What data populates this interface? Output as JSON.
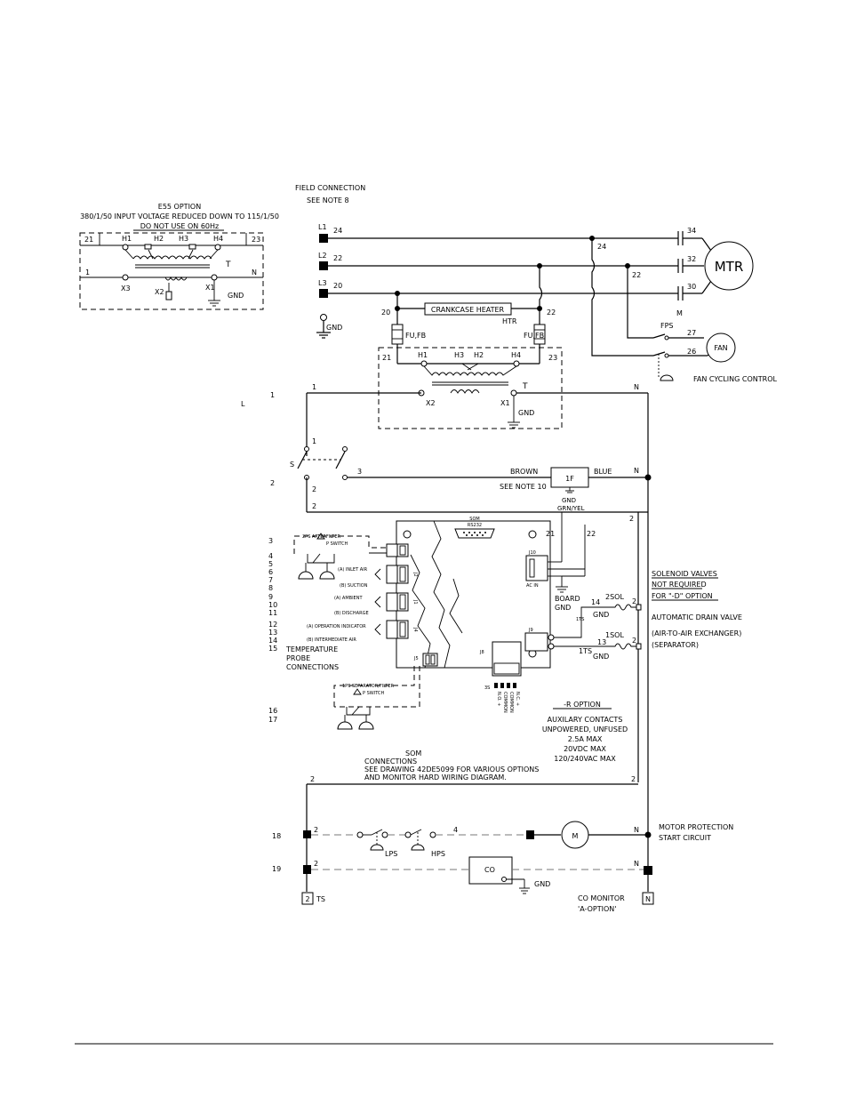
{
  "e55": {
    "title": "E55 OPTION",
    "line1": "380/1/50 INPUT VOLTAGE REDUCED DOWN TO 115/1/50",
    "line2": "DO NOT USE ON 60Hz",
    "t21": "21",
    "t23": "23",
    "h1": "H1",
    "h2": "H2",
    "h3": "H3",
    "h4": "H4",
    "n1": "1",
    "nN": "N",
    "x3": "X3",
    "x2": "X2",
    "x1": "X1",
    "tT": "T",
    "gnd": "GND"
  },
  "field": {
    "line1": "FIELD CONNECTION",
    "line2": "SEE NOTE 8"
  },
  "lines": {
    "l1": "L1",
    "l2": "L2",
    "l3": "L3",
    "w24": "24",
    "w22": "22",
    "w20": "20",
    "gnd": "GND"
  },
  "motor": {
    "label": "MTR",
    "t34": "34",
    "t32": "32",
    "t30": "30",
    "m": "M",
    "w24": "24",
    "w22": "22"
  },
  "fan": {
    "label": "FAN",
    "fps": "FPS",
    "t27": "27",
    "t26": "26",
    "control": "FAN CYCLING CONTROL"
  },
  "heater": {
    "label": "CRANKCASE HEATER",
    "htr": "HTR",
    "t20": "20",
    "t22": "22",
    "fu_left": "FU,FB",
    "fu_right": "FU,FB"
  },
  "xfmr": {
    "t21": "21",
    "t23": "23",
    "h1": "H1",
    "h2": "H2",
    "h3": "H3",
    "h4": "H4",
    "x2": "X2",
    "x1": "X1",
    "tT": "T",
    "gnd": "GND"
  },
  "main": {
    "w1": "1",
    "wN": "N",
    "w1b": "1",
    "w2": "2",
    "w2b": "2",
    "w3": "3",
    "wNb": "N",
    "w2c": "2",
    "s": "S",
    "brown": "BROWN",
    "blue": "BLUE",
    "f1": "1F",
    "note10": "SEE NOTE 10",
    "gnd": "GND",
    "grnyel": "GRN/YEL",
    "w21": "21",
    "w22": "22"
  },
  "left_numbers": [
    "1",
    "2",
    "3",
    "4",
    "5",
    "6",
    "7",
    "8",
    "9",
    "10",
    "11",
    "12",
    "13",
    "14",
    "15",
    "16",
    "17",
    "18",
    "19"
  ],
  "left_l": "L",
  "som": {
    "title": "SOM",
    "rs232": "RS232",
    "j10": "J10",
    "ac_in": "AC IN",
    "j9": "J9",
    "j8": "J8",
    "j5": "J5",
    "j1": "J1",
    "j2": "J2",
    "j3": "J3",
    "j4": "J4",
    "ps2": "2PS AFTERFILTER",
    "pswitch": "P SWITCH",
    "ps1": "1PS SEPARATOR/FILTER",
    "inlet": "(A) INLET AIR",
    "suction": "(B) SUCTION",
    "ambient": "(A) AMBIENT",
    "discharge": "(B) DISCHARGE",
    "opind": "(A) OPERATION INDICATOR",
    "interair": "(B) INTERMEDIATE AIR",
    "probe1": "TEMPERATURE",
    "probe2": "PROBE",
    "probe3": "CONNECTIONS",
    "board": "BOARD",
    "boardgnd": "GND",
    "j8pins": [
      "N.O. +",
      "COMMON",
      "COMMON",
      "N.C. +"
    ],
    "j8label": "3S"
  },
  "solenoid": {
    "note1": "SOLENOID VALVES",
    "note2": "NOT REQUIRED",
    "note3": "FOR \"-D\" OPTION",
    "sol2": "2SOL",
    "sol1": "1SOL",
    "ts2": "1TS",
    "ts1": "1TS",
    "gnd": "GND",
    "w14": "14",
    "w13": "13",
    "w2a": "2",
    "w2b": "2",
    "auto": "AUTOMATIC DRAIN VALVE",
    "exch": "(AIR-TO-AIR EXCHANGER)",
    "sep": "(SEPARATOR)"
  },
  "roption": {
    "title": "-R OPTION",
    "l1": "AUXILARY CONTACTS",
    "l2": "UNPOWERED, UNFUSED",
    "l3": "2.5A MAX",
    "l4": "20VDC MAX",
    "l5": "120/240VAC MAX"
  },
  "somconn": {
    "l1": "SOM",
    "l2": "CONNECTIONS",
    "l3": "SEE DRAWING 42DE5099 FOR VARIOUS OPTIONS",
    "l4": "AND MONITOR HARD WIRING DIAGRAM.",
    "w2a": "2",
    "w2b": "2"
  },
  "protect": {
    "w2": "2",
    "w4": "4",
    "wN": "N",
    "m": "M",
    "lps": "LPS",
    "hps": "HPS",
    "l1": "MOTOR PROTECTION",
    "l2": "START CIRCUIT"
  },
  "co": {
    "w2": "2",
    "wN": "N",
    "label": "CO",
    "gnd": "GND",
    "l1": "CO MONITOR",
    "l2": "'A-OPTION'",
    "ts_num": "2",
    "ts": "TS",
    "n_box": "N"
  }
}
